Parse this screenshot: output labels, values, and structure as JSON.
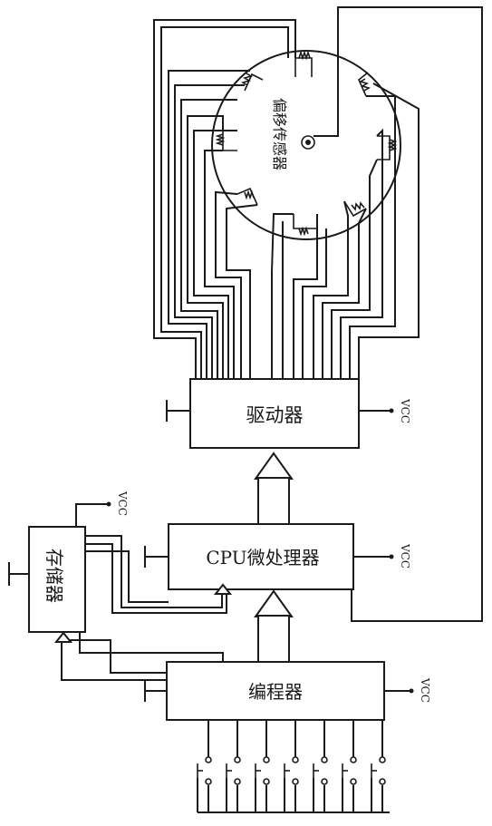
{
  "sensor": {
    "label": "偏移传感器"
  },
  "driver": {
    "label": "驱动器",
    "vcc": "VCC"
  },
  "cpu": {
    "label": "CPU微处理器",
    "vcc": "VCC"
  },
  "memory": {
    "label": "存储器",
    "vcc": "VCC"
  },
  "programmer": {
    "label": "编程器",
    "vcc": "VCC"
  },
  "switches": {
    "count": 7
  },
  "sensor_coils": {
    "count": 8
  }
}
